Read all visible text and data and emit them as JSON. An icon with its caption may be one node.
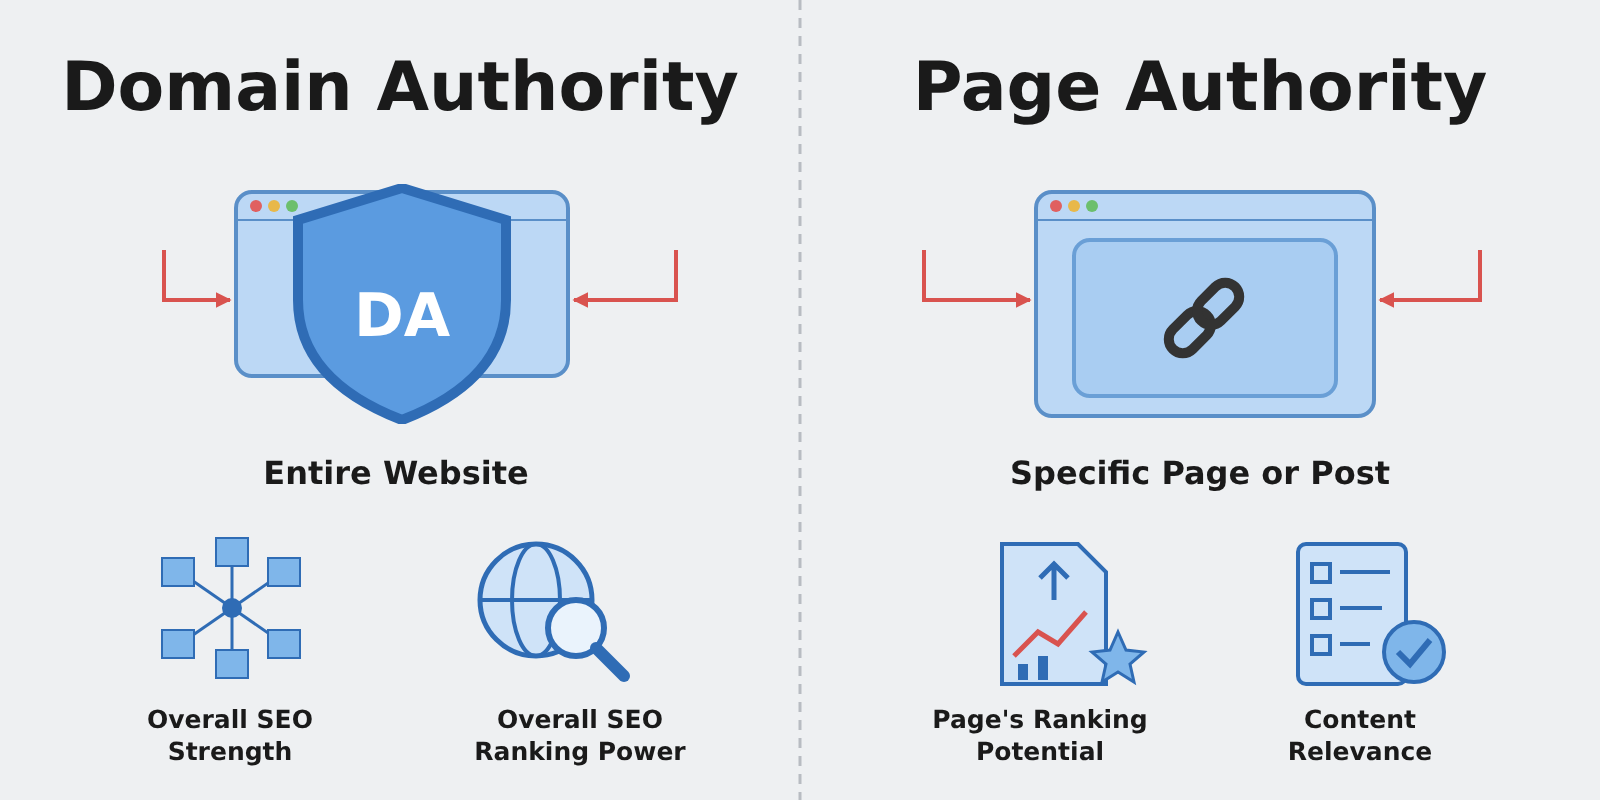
{
  "diagram": {
    "nodes": [
      {
        "text": [
          "DA"
        ]
      },
      {
        "text": [],
        "shape": "picture"
      }
    ],
    "edges": [
      {
        "from": null,
        "to": 0,
        "arrow": "to"
      },
      {
        "from": null,
        "to": 0,
        "arrow": "to"
      },
      {
        "from": null,
        "to": 1,
        "arrow": "to"
      },
      {
        "from": null,
        "to": 1,
        "arrow": "to"
      }
    ],
    "labels": [
      "Domain Authority",
      "Page Authority",
      "Entire Website",
      "Specific Page or Post",
      "Overall SEO Strength",
      "Overall SEO Ranking Power",
      "Page's Ranking Potential",
      "Content Relevance"
    ]
  }
}
